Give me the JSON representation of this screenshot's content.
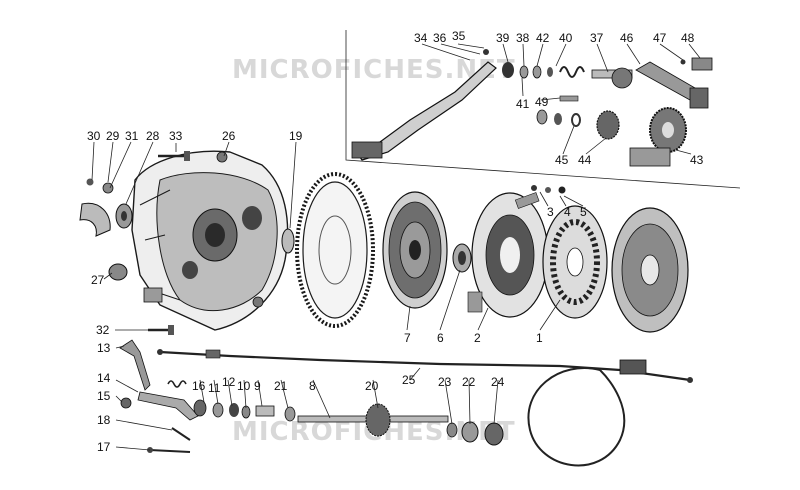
{
  "watermark": {
    "top": "MICROFICHES.NET",
    "bottom": "MICROFICHES.NET"
  },
  "callouts": [
    {
      "id": "c30",
      "text": "30"
    },
    {
      "id": "c29",
      "text": "29"
    },
    {
      "id": "c31",
      "text": "31"
    },
    {
      "id": "c28",
      "text": "28"
    },
    {
      "id": "c33",
      "text": "33"
    },
    {
      "id": "c26",
      "text": "26"
    },
    {
      "id": "c19",
      "text": "19"
    },
    {
      "id": "c27",
      "text": "27"
    },
    {
      "id": "c34",
      "text": "34"
    },
    {
      "id": "c36",
      "text": "36"
    },
    {
      "id": "c35",
      "text": "35"
    },
    {
      "id": "c39",
      "text": "39"
    },
    {
      "id": "c38",
      "text": "38"
    },
    {
      "id": "c42",
      "text": "42"
    },
    {
      "id": "c40",
      "text": "40"
    },
    {
      "id": "c37",
      "text": "37"
    },
    {
      "id": "c46",
      "text": "46"
    },
    {
      "id": "c47",
      "text": "47"
    },
    {
      "id": "c48",
      "text": "48"
    },
    {
      "id": "c41",
      "text": "41"
    },
    {
      "id": "c49",
      "text": "49"
    },
    {
      "id": "c45",
      "text": "45"
    },
    {
      "id": "c44",
      "text": "44"
    },
    {
      "id": "c43",
      "text": "43"
    },
    {
      "id": "c3",
      "text": "3"
    },
    {
      "id": "c4",
      "text": "4"
    },
    {
      "id": "c5",
      "text": "5"
    },
    {
      "id": "c7",
      "text": "7"
    },
    {
      "id": "c6",
      "text": "6"
    },
    {
      "id": "c2",
      "text": "2"
    },
    {
      "id": "c1",
      "text": "1"
    },
    {
      "id": "c32",
      "text": "32"
    },
    {
      "id": "c13",
      "text": "13"
    },
    {
      "id": "c14",
      "text": "14"
    },
    {
      "id": "c15",
      "text": "15"
    },
    {
      "id": "c16",
      "text": "16"
    },
    {
      "id": "c11",
      "text": "11"
    },
    {
      "id": "c12",
      "text": "12"
    },
    {
      "id": "c10",
      "text": "10"
    },
    {
      "id": "c9",
      "text": "9"
    },
    {
      "id": "c21",
      "text": "21"
    },
    {
      "id": "c8",
      "text": "8"
    },
    {
      "id": "c20",
      "text": "20"
    },
    {
      "id": "c25",
      "text": "25"
    },
    {
      "id": "c23",
      "text": "23"
    },
    {
      "id": "c22",
      "text": "22"
    },
    {
      "id": "c24",
      "text": "24"
    },
    {
      "id": "c18",
      "text": "18"
    },
    {
      "id": "c17",
      "text": "17"
    }
  ]
}
